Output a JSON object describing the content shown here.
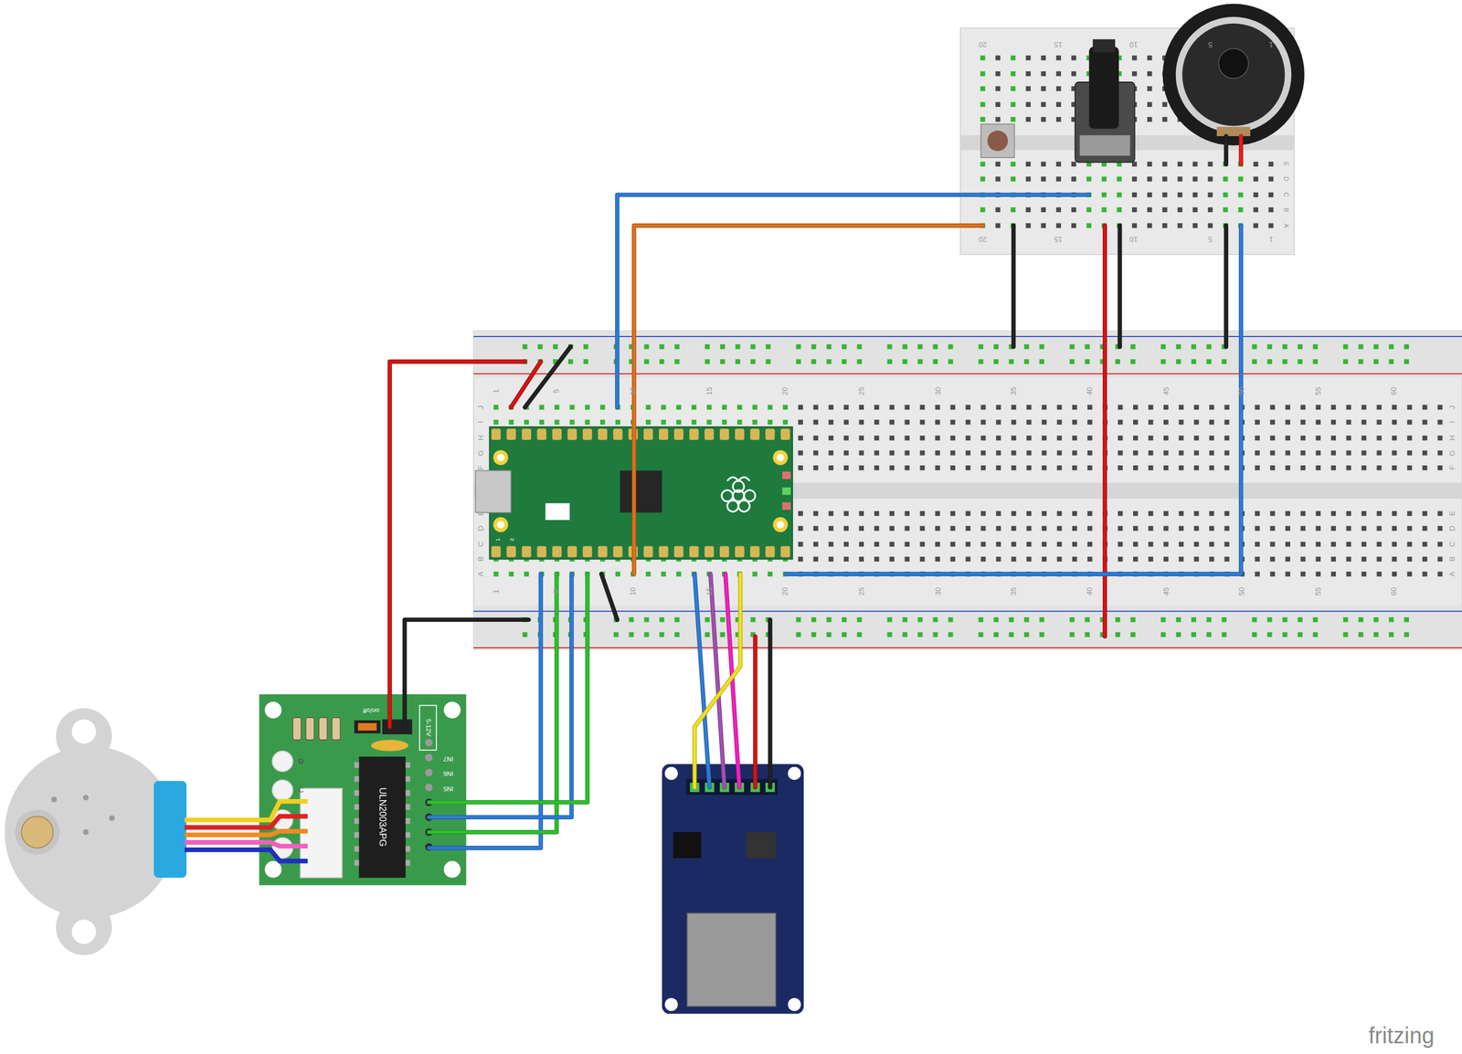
{
  "diagram": {
    "labels": [
      "1",
      "5",
      "10",
      "15",
      "20",
      "25",
      "30",
      "35",
      "40",
      "45",
      "50",
      "55",
      "60",
      "1",
      "5",
      "10",
      "15",
      "20",
      "25",
      "30",
      "35",
      "40",
      "45",
      "50",
      "55",
      "60",
      "J",
      "I",
      "H",
      "G",
      "F",
      "E",
      "D",
      "C",
      "B",
      "A",
      "J",
      "I",
      "H",
      "G",
      "F",
      "E",
      "D",
      "C",
      "B",
      "A",
      "20",
      "15",
      "10",
      "5",
      "1",
      "20",
      "15",
      "10",
      "5",
      "1",
      "E",
      "D",
      "C",
      "B",
      "A",
      "1",
      "2",
      "on/off",
      "5-12V",
      "IN7",
      "IN6",
      "IN5",
      "ULN2003APG",
      "D",
      "C",
      "fritzing"
    ]
  }
}
